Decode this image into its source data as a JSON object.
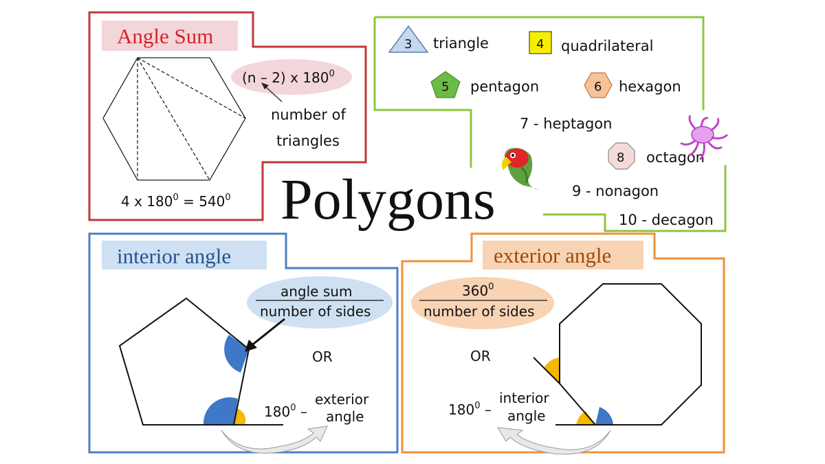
{
  "title": "Polygons",
  "colors": {
    "angle_sum": "#c0393b",
    "interior": "#4a7fc8",
    "exterior": "#f0913a",
    "names": "#8cc63e",
    "blue_angle": "#3f77c9",
    "yellow_angle": "#f5b800"
  },
  "angle_sum": {
    "heading": "Angle Sum",
    "formula_text": "(n – 2) x 180",
    "formula_sup": "0",
    "note_line1": "number of",
    "note_line2": "triangles",
    "example_text": "4 x 180",
    "example_sup1": "0",
    "example_eq": " = 540",
    "example_sup2": "0"
  },
  "names": {
    "triangle_num": "3",
    "triangle": "triangle",
    "quad_num": "4",
    "quadrilateral": "quadrilateral",
    "pent_num": "5",
    "pentagon": "pentagon",
    "hex_num": "6",
    "hexagon": "hexagon",
    "heptagon": "7 - heptagon",
    "oct_num": "8",
    "octagon": "octagon",
    "nonagon": "9 - nonagon",
    "decagon": "10 - decagon"
  },
  "interior": {
    "heading": "interior angle",
    "fraction_top": "angle sum",
    "fraction_bottom": "number of sides",
    "or": "OR",
    "alt_prefix": "180",
    "alt_sup": "0",
    "alt_dash": " –",
    "alt_line1": "exterior",
    "alt_line2": "angle"
  },
  "exterior": {
    "heading": "exterior angle",
    "fraction_top": "360",
    "fraction_top_sup": "0",
    "fraction_bottom": "number of sides",
    "or": "OR",
    "alt_prefix": "180",
    "alt_sup": "0",
    "alt_dash": " –",
    "alt_line1": "interior",
    "alt_line2": "angle"
  }
}
